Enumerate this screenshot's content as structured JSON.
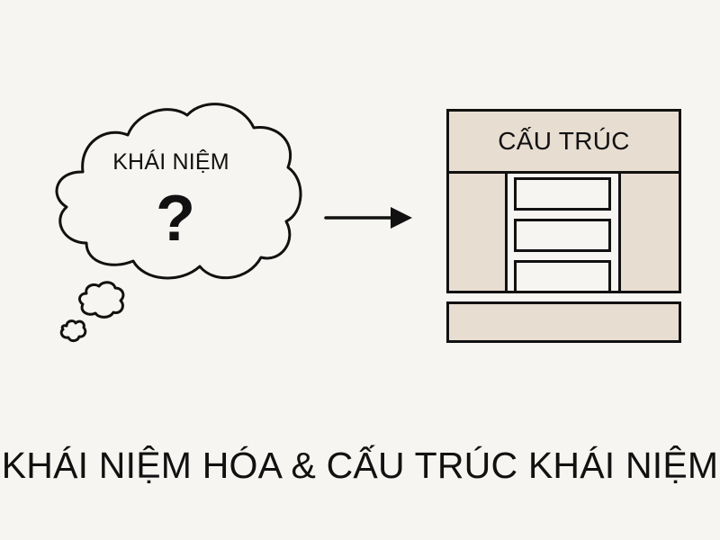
{
  "diagram": {
    "concept_cloud": {
      "label": "KHÁI NIỆM",
      "symbol": "?",
      "icon": "thought-cloud-icon"
    },
    "arrow": {
      "icon": "arrow-right-icon",
      "direction": "right"
    },
    "structure": {
      "header_label": "CẤU TRÚC",
      "icon": "structure-layout-icon",
      "slots": 3
    },
    "title": "KHÁI NIỆM HÓA & CẤU TRÚC KHÁI NIỆM"
  },
  "colors": {
    "background": "#f6f5f1",
    "stroke": "#111111",
    "fill_beige": "#e8ddd1"
  }
}
